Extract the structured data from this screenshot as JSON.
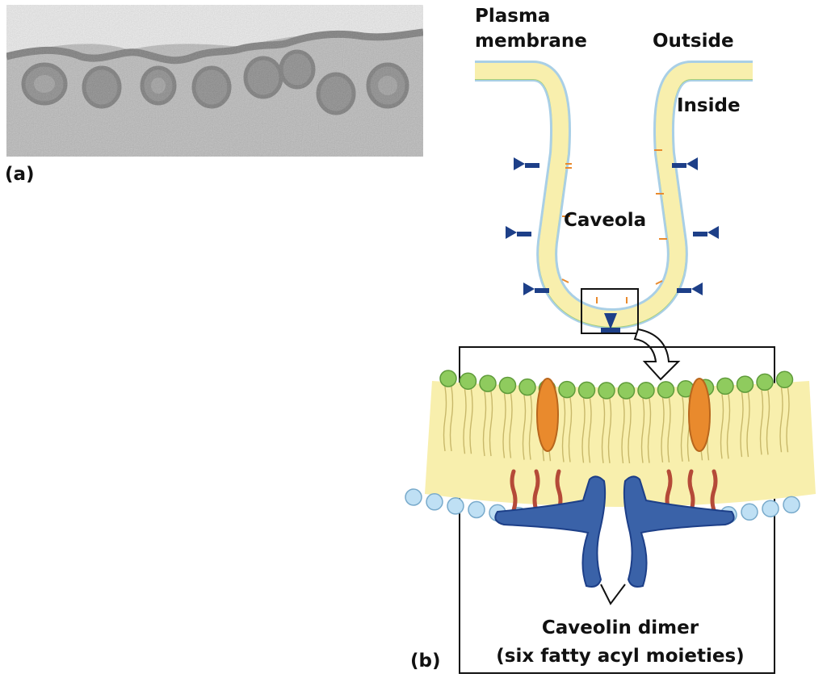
{
  "panel_a": {
    "label": "(a)"
  },
  "panel_b": {
    "label": "(b)",
    "plasma_membrane": [
      "Plasma",
      "membrane"
    ],
    "outside": "Outside",
    "inside": "Inside",
    "caveola": "Caveola",
    "caveolin": [
      "Caveolin dimer",
      "(six fatty acyl moieties)"
    ]
  },
  "colors": {
    "membrane_yellow": "#f8efad",
    "outer_leaflet": "#a9cfe6",
    "inner_leaflet": "#a6cf7a",
    "caveolin_blue": "#3a62a8",
    "caveolin_dark": "#1d3f88",
    "acyl_chain": "#b54a38",
    "orange_protein": "#e98a2d",
    "head_green": "#8fcb5e",
    "head_blue": "#bfe0f4"
  }
}
